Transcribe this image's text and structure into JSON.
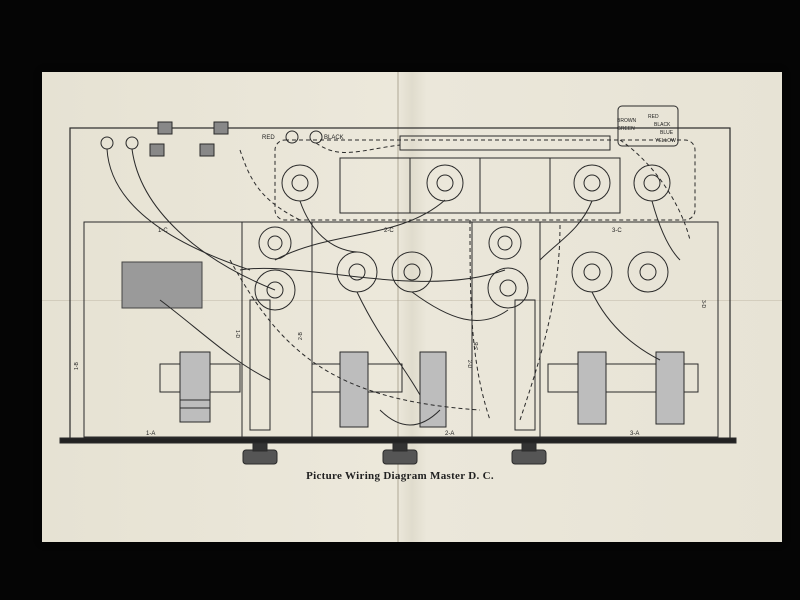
{
  "caption": "Picture Wiring Diagram Master D. C.",
  "labels": {
    "red": "RED",
    "black": "BLACK",
    "brown": "BROWN",
    "green": "GREEN",
    "red2": "RED",
    "black2": "BLACK",
    "blue": "BLUE",
    "yellow": "YELLOW",
    "sec1c": "1-C",
    "sec2c": "2-C",
    "sec3c": "3-C",
    "sec1a": "1-A",
    "sec2a": "2-A",
    "sec3a": "3-A",
    "sec1b": "1-B",
    "sec2b": "2-B",
    "sec3b": "3-B",
    "sec1d": "1-D",
    "sec2d": "2-D",
    "sec3d": "3-D"
  },
  "colors": {
    "paper": "#e8e4d6",
    "ink": "#2a2a2a",
    "background": "#050505"
  }
}
